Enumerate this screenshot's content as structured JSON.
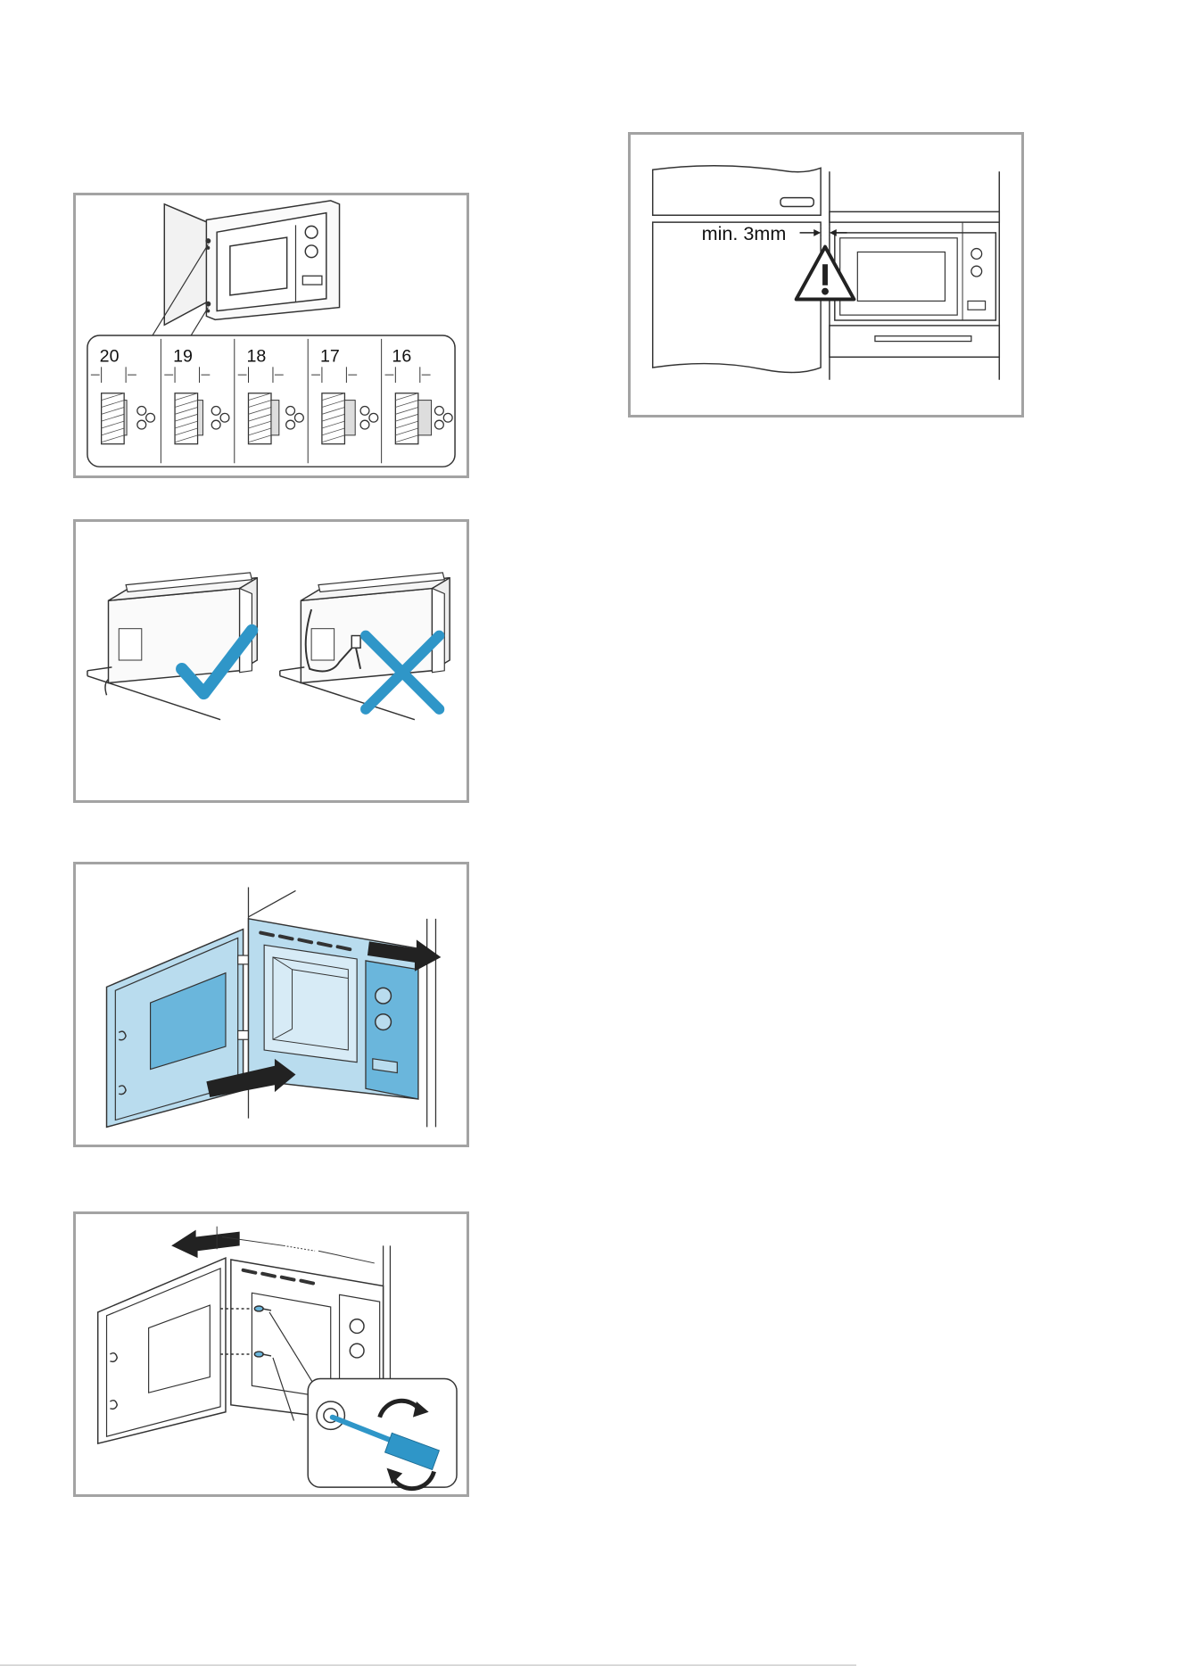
{
  "panels": {
    "shims": {
      "labels": [
        "20",
        "19",
        "18",
        "17",
        "16"
      ]
    },
    "gap": {
      "min_gap_label": "min. 3mm"
    }
  },
  "colors": {
    "panel_border": "#a3a3a3",
    "accent_blue": "#2f96c8",
    "light_blue": "#b9dcee",
    "mid_blue": "#6ab6dc",
    "ink": "#222222"
  },
  "icons": {
    "check": "check-icon",
    "cross": "cross-icon",
    "warning": "warning-icon",
    "arrow": "arrow-icon",
    "screwdriver": "screwdriver-icon"
  }
}
